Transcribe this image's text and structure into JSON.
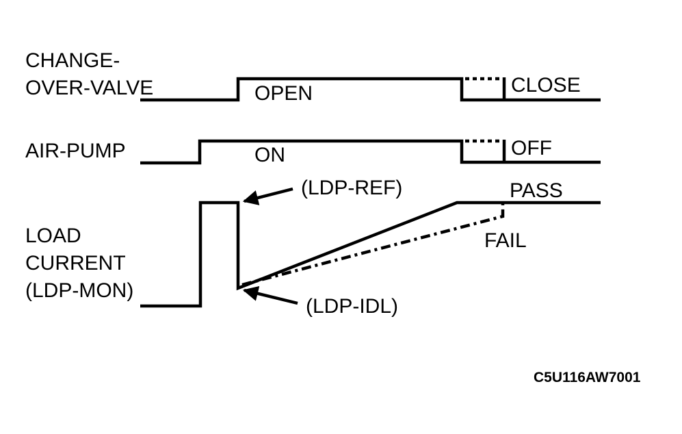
{
  "signals": {
    "change_over_valve": {
      "label_line1": "CHANGE-",
      "label_line2": "OVER-VALVE",
      "state_on": "OPEN",
      "state_off": "CLOSE"
    },
    "air_pump": {
      "label": "AIR-PUMP",
      "state_on": "ON",
      "state_off": "OFF"
    },
    "load_current": {
      "label_line1": "LOAD",
      "label_line2": "CURRENT",
      "label_line3": "(LDP-MON)",
      "ref_label": "(LDP-REF)",
      "idl_label": "(LDP-IDL)",
      "pass_label": "PASS",
      "fail_label": "FAIL"
    }
  },
  "figure_code": "C5U116AW7001"
}
